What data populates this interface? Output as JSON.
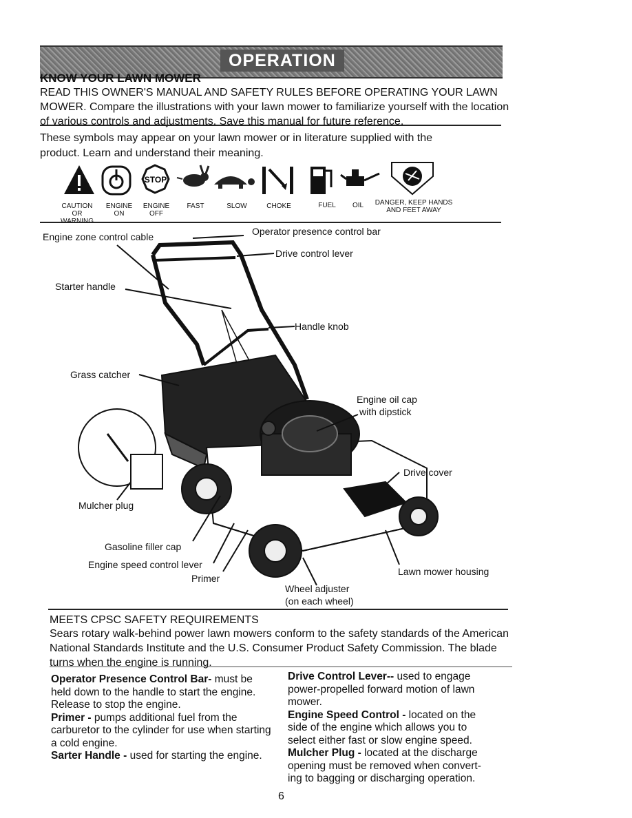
{
  "banner": {
    "title": "OPERATION"
  },
  "know": {
    "heading": "KNOW YOUR LAWN MOWER",
    "line1": "READ THIS OWNER'S MANUAL AND SAFETY RULES BEFORE OPERATING YOUR LAWN",
    "line2": "MOWER.  Compare the illustrations with your lawn mower to familiarize yourself with the location",
    "line3": "of various controls and adjustments.  Save this manual for future reference."
  },
  "symbols_intro": {
    "line1": "These symbols  may appear on your lawn mower or in literature supplied with the",
    "line2": "product.  Learn and understand their meaning."
  },
  "symbols": [
    {
      "icon": "caution-warning-icon",
      "line1": "CAUTION",
      "line2": "OR WARNING"
    },
    {
      "icon": "engine-on-icon",
      "line1": "ENGINE",
      "line2": "ON"
    },
    {
      "icon": "engine-off-icon",
      "text": "STOP",
      "line1": "ENGINE",
      "line2": "OFF"
    },
    {
      "icon": "fast-rabbit-icon",
      "line1": "FAST",
      "line2": ""
    },
    {
      "icon": "slow-turtle-icon",
      "line1": "SLOW",
      "line2": ""
    },
    {
      "icon": "choke-icon",
      "line1": "CHOKE",
      "line2": ""
    },
    {
      "icon": "fuel-pump-icon",
      "line1": "FUEL",
      "line2": ""
    },
    {
      "icon": "oil-can-icon",
      "line1": "OIL",
      "line2": ""
    },
    {
      "icon": "keep-hands-away-icon",
      "line1": "DANGER, KEEP HANDS",
      "line2": "AND FEET AWAY"
    }
  ],
  "diagram_labels": {
    "engine_zone": "Engine zone control cable",
    "presence_bar": "Operator presence control bar",
    "drive_lever": "Drive control lever",
    "starter": "Starter handle",
    "handle_knob": "Handle knob",
    "grass_catcher": "Grass catcher",
    "oil_cap_1": "Engine oil cap",
    "oil_cap_2": "with dipstick",
    "drive_cover": "Drive cover",
    "mulcher_plug": "Mulcher plug",
    "gas_cap": "Gasoline filler cap",
    "speed_lever": "Engine speed control lever",
    "primer": "Primer",
    "housing": "Lawn mower housing",
    "wheel_adj_1": "Wheel adjuster",
    "wheel_adj_2": "(on each wheel)"
  },
  "cpsc": {
    "heading": "MEETS CPSC SAFETY REQUIREMENTS",
    "line1": "Sears rotary walk-behind power lawn mowers conform to the safety standards of the American",
    "line2": "National Standards Institute and the U.S. Consumer Product Safety Commission.  The blade",
    "line3": "turns when the engine is running."
  },
  "left_col": {
    "t1": "Operator Presence Control Bar-",
    "d1a": "  must  be",
    "d1b": "held down to the handle to start the engine.",
    "d1c": "Release to stop the engine.",
    "t2": "Primer -",
    "d2a": " pumps additional fuel from the",
    "d2b": "carburetor to the cylinder for use when starting",
    "d2c": "a cold engine.",
    "t3": "Sarter Handle -",
    "d3a": " used for starting the engine."
  },
  "right_col": {
    "t1": "Drive Control Lever--",
    "d1a": " used to engage",
    "d1b": "power-propelled forward motion of  lawn",
    "d1c": "mower.",
    "t2": "Engine Speed Control -",
    "d2a": " located on the",
    "d2b": "side of the engine which allows you to",
    "d2c": "select either fast or slow engine speed.",
    "t3": "Mulcher Plug -",
    "d3a": " located at the discharge",
    "d3b": "opening must be removed when convert-",
    "d3c": "ing to bagging or discharging operation."
  },
  "page_number": "6"
}
